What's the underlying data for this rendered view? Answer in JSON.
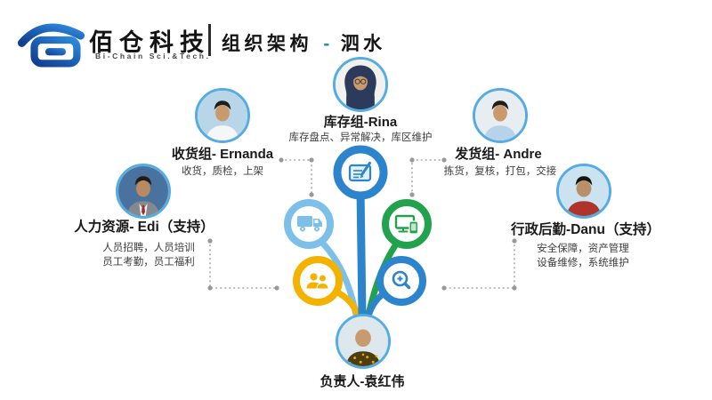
{
  "header": {
    "brand_cn": "佰仓科技",
    "brand_en": "Bi-Chain Sci.&Tech.",
    "title_left": "组织架构",
    "title_dash": "-",
    "title_right": "泗水",
    "brand_blue": "#1b4f9e",
    "accent_teal": "#2a8fa0"
  },
  "org": {
    "nodes": [
      {
        "id": "inventory",
        "title": "库存组-Rina",
        "desc": "库存盘点、异常解决，库区维护"
      },
      {
        "id": "receiving",
        "title": "收货组- Ernanda",
        "desc": "收货，质检，上架"
      },
      {
        "id": "shipping",
        "title": "发货组- Andre",
        "desc": "拣货，复核，打包，交接"
      },
      {
        "id": "hr",
        "title": "人力资源- Edi（支持）",
        "desc": "人员招聘，人员培训",
        "desc2": "员工考勤，员工福利"
      },
      {
        "id": "admin",
        "title": "行政后勤-Danu（支持）",
        "desc": "安全保障，资产管理",
        "desc2": "设备维修，系统维护"
      },
      {
        "id": "leader",
        "title": "负责人-袁红伟"
      }
    ]
  },
  "petals": [
    {
      "icon": "edit-document-icon",
      "color": "#2b84cc"
    },
    {
      "icon": "truck-icon",
      "color": "#7cc0ea"
    },
    {
      "icon": "devices-icon",
      "color": "#22a24d"
    },
    {
      "icon": "team-icon",
      "color": "#f3b200"
    },
    {
      "icon": "zoom-in-icon",
      "color": "#2b84cc"
    }
  ],
  "avatars": {
    "ring": "#55ace2",
    "rina": {
      "bg": "#f2f1ee",
      "hijab": "#2c3a5c",
      "skin": "#c89a6e",
      "shirt": "#2c3a5c"
    },
    "ernanda": {
      "bg": "#b9d6e8",
      "hair": "#1d1d1d",
      "skin": "#c89a6e",
      "shirt": "#f4f6f8"
    },
    "andre": {
      "bg": "#e8edf1",
      "hair": "#1d1d1d",
      "skin": "#c89a6e",
      "shirt": "#b7d3ea"
    },
    "edi": {
      "bg": "#49729f",
      "hair": "#241c14",
      "skin": "#b98a5f",
      "shirt": "#85898e",
      "tie": "#a32f2f"
    },
    "danu": {
      "bg": "#cbe2f0",
      "hair": "#141414",
      "skin": "#b9906a",
      "shirt": "#ae352c"
    },
    "yuan": {
      "bg": "#dde8ee",
      "skin": "#c79b6d",
      "shirt": "#4f3d12",
      "pattern": "#e0a90f"
    }
  }
}
